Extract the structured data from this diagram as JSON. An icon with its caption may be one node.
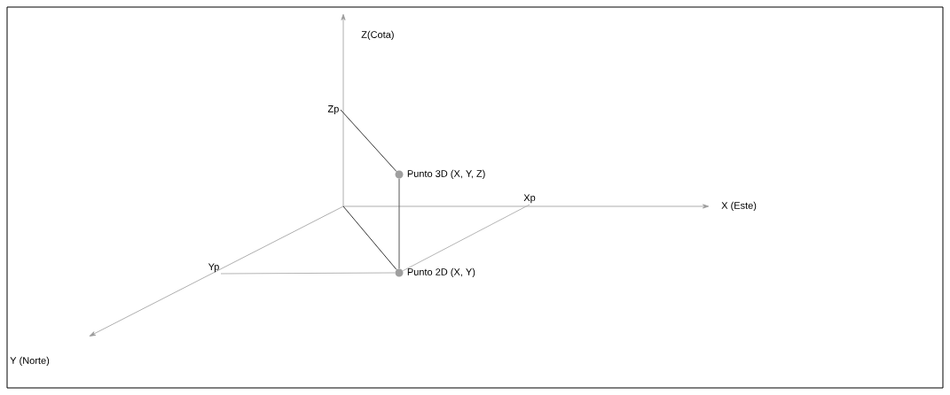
{
  "diagram": {
    "nodes": [
      {
        "text": [
          "Zp"
        ]
      },
      {
        "text": [],
        "shape": "circle",
        "beside": [
          "Punto 3D (X, Y, Z)"
        ]
      },
      {
        "text": [],
        "shape": "circle",
        "beside": [
          "Punto 2D (X, Y)"
        ]
      },
      {
        "text": [
          "Yp"
        ]
      },
      {
        "text": [
          "Xp"
        ]
      }
    ],
    "edges": [
      {
        "from": 0,
        "to": 1,
        "arrow": "none"
      },
      {
        "from": 1,
        "to": 2,
        "arrow": "none",
        "color": "#555555"
      },
      {
        "from": null,
        "to": 2,
        "arrow": "none"
      },
      {
        "from": 3,
        "to": 2,
        "arrow": "none",
        "color": "#b4b4b4"
      },
      {
        "from": 4,
        "to": 2,
        "arrow": "none",
        "color": "#b4b4b4"
      }
    ],
    "labels": [
      "Z(Cota)",
      "X (Este)",
      "Y (Norte)"
    ]
  }
}
